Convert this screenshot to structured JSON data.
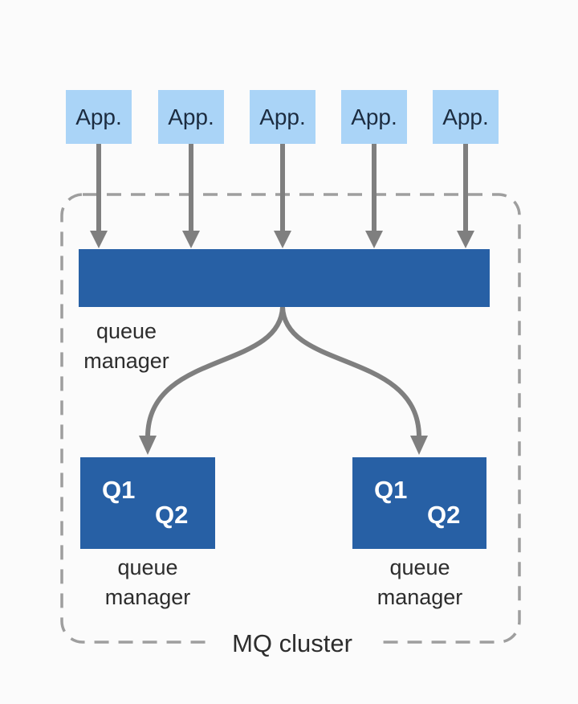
{
  "colors": {
    "background": "#fbfbfb",
    "app_box": "#aad4f7",
    "app_text": "#1c2c40",
    "queue_box": "#2760a5",
    "queue_text": "#ffffff",
    "label_text": "#2d2d2d",
    "arrow": "#7f7f7f",
    "cluster_border": "#9e9e9e"
  },
  "diagram": {
    "apps": [
      "App.",
      "App.",
      "App.",
      "App.",
      "App."
    ],
    "gateway_queue_manager": {
      "label": "queue manager"
    },
    "queue_managers": [
      {
        "label": "queue manager",
        "queues": [
          "Q1",
          "Q2"
        ]
      },
      {
        "label": "queue manager",
        "queues": [
          "Q1",
          "Q2"
        ]
      }
    ],
    "cluster": {
      "label": "MQ cluster"
    }
  }
}
